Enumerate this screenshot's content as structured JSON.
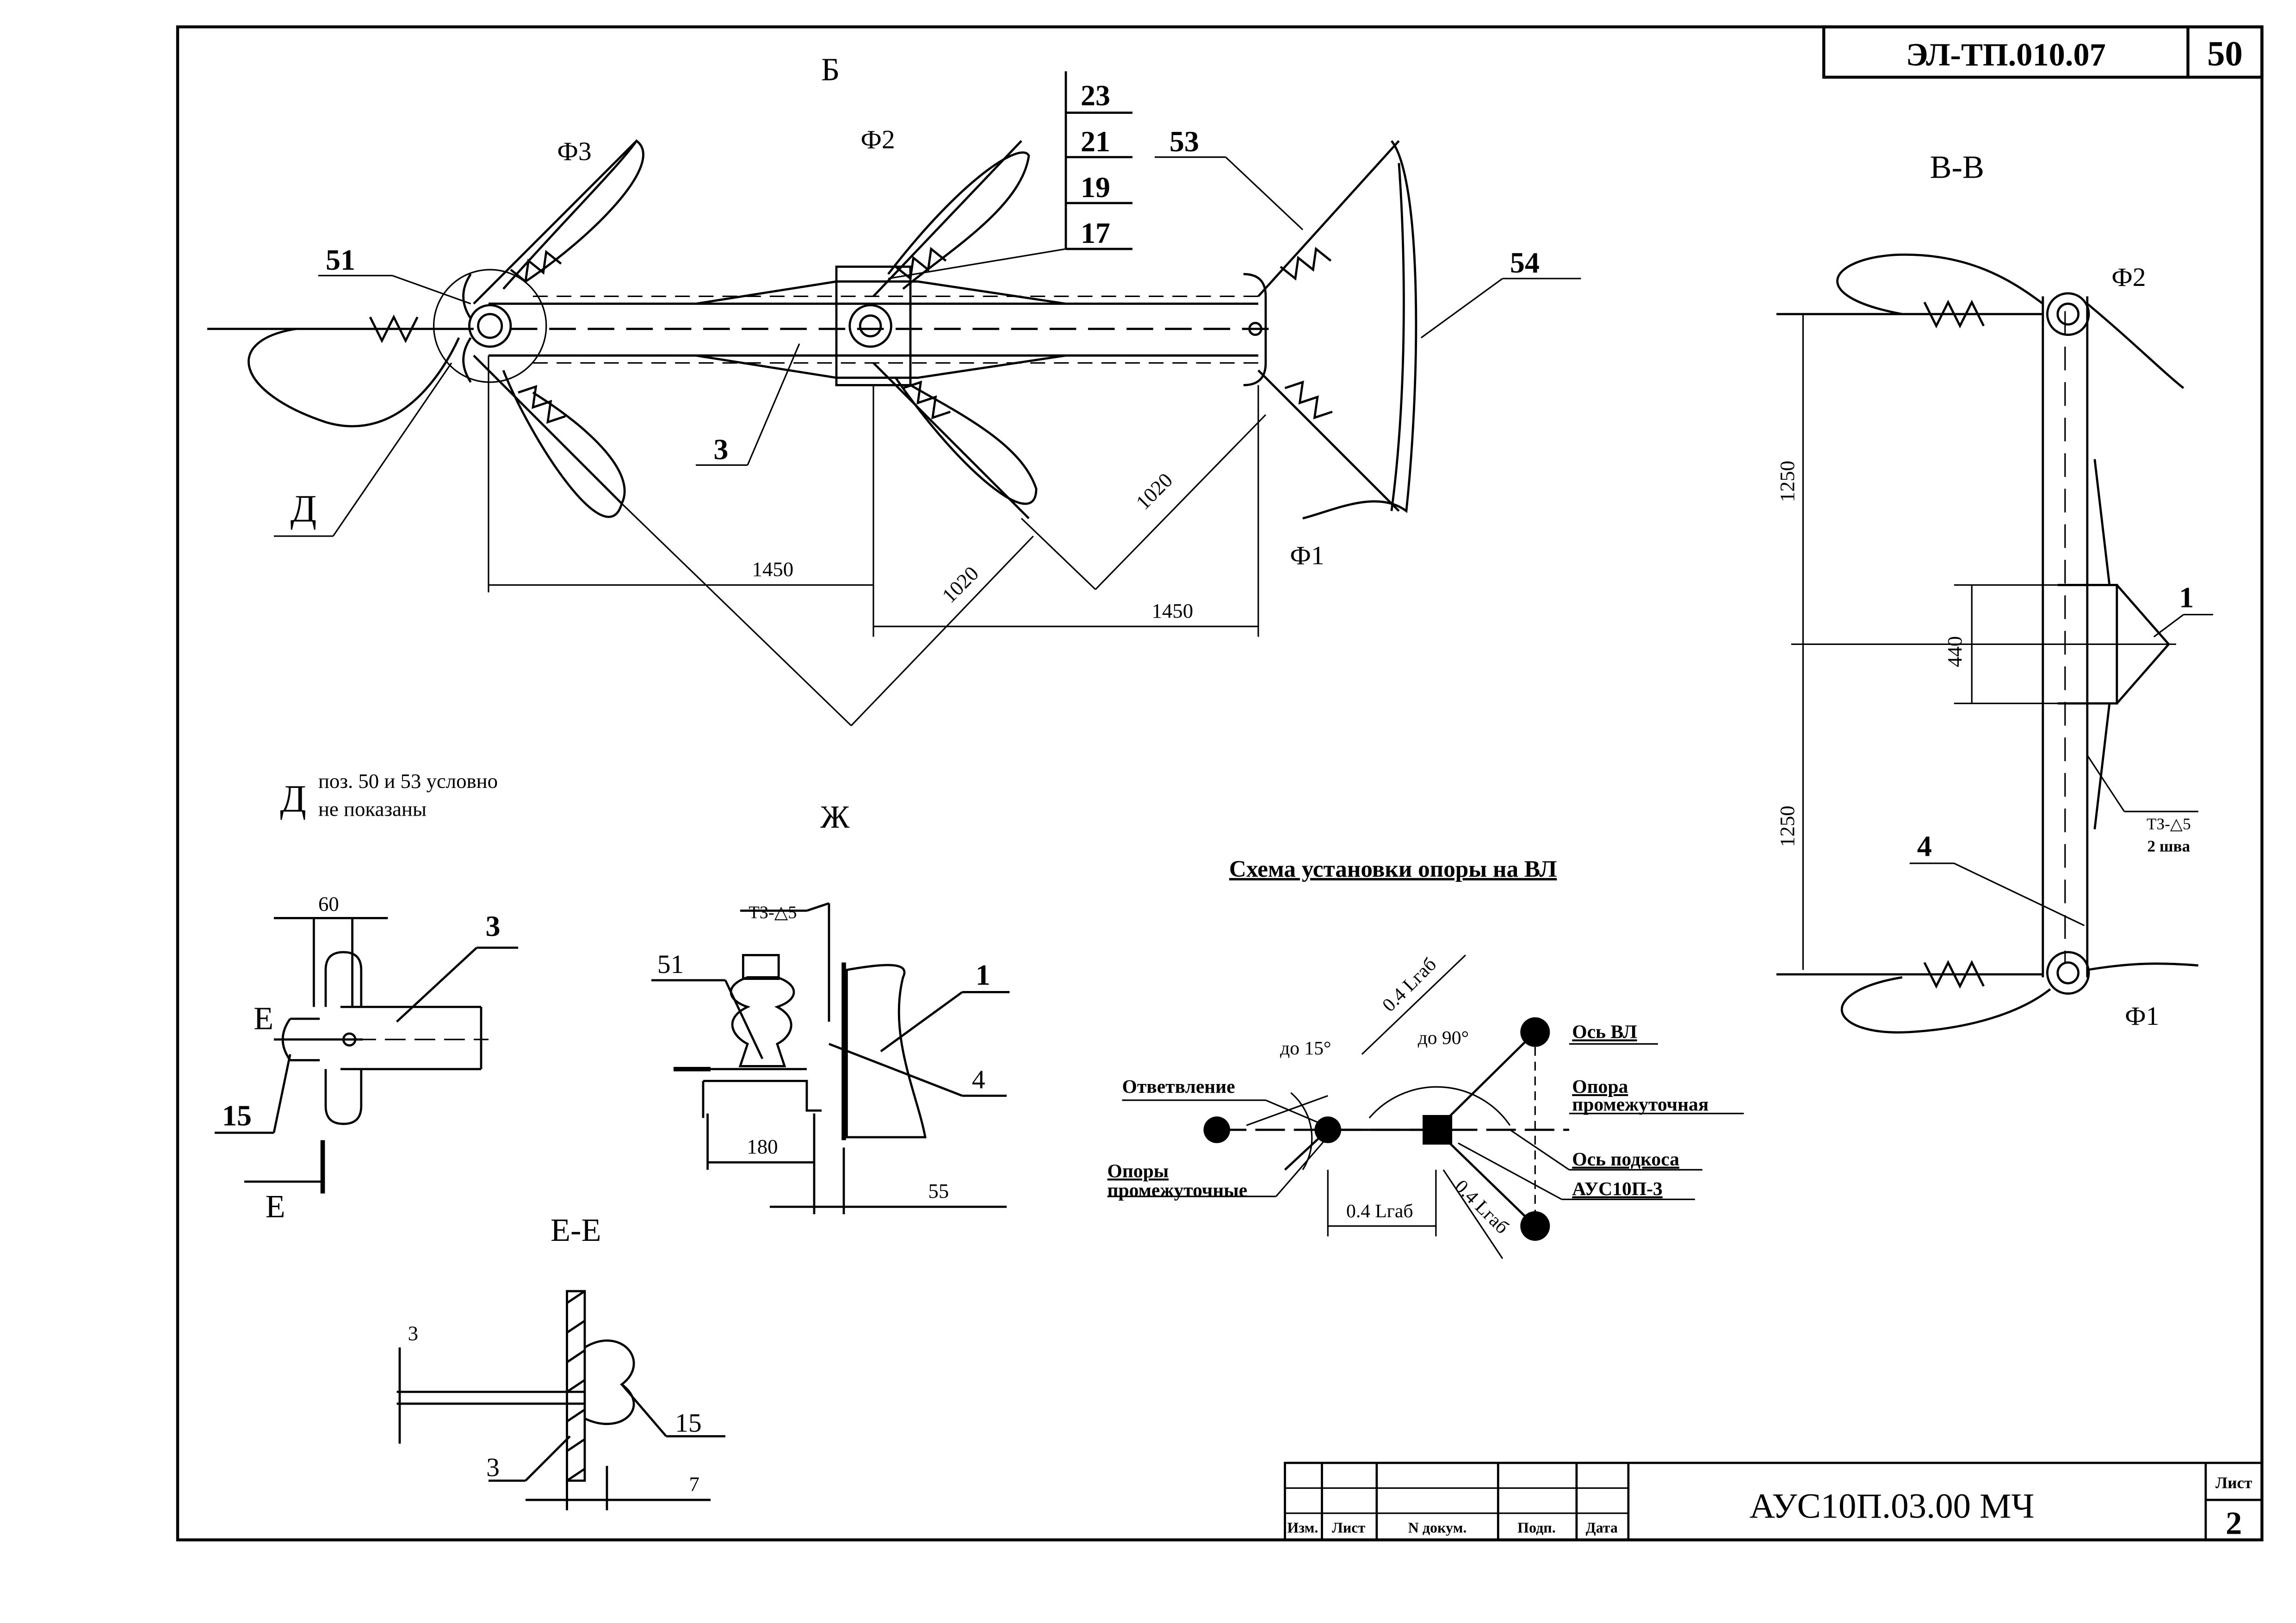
{
  "header": {
    "doc_code": "ЭЛ-ТП.010.07",
    "sheet_no": "50"
  },
  "top_view": {
    "title": "Б",
    "phases": {
      "f1": "Ф1",
      "f2": "Ф2",
      "f3": "Ф3"
    },
    "stack_labels": [
      "23",
      "21",
      "19",
      "17"
    ],
    "callouts": {
      "p51": "51",
      "p53": "53",
      "p54": "54",
      "p3": "3",
      "view_d": "Д"
    },
    "dims": {
      "d1450a": "1450",
      "d1450b": "1450",
      "d1020a": "1020",
      "d1020b": "1020"
    }
  },
  "section_vv": {
    "title": "В-В",
    "phases": {
      "f2": "Ф2",
      "f1": "Ф1"
    },
    "dims": {
      "d1250a": "1250",
      "d440": "440",
      "d1250b": "1250"
    },
    "callouts": {
      "p1": "1",
      "p4": "4"
    },
    "weld": "ТЗ-△5",
    "weld_note": "2 шва"
  },
  "note_d": {
    "letter": "Д",
    "line1": "поз. 50 и 53 условно",
    "line2": "не показаны"
  },
  "view_d_detail": {
    "dim60": "60",
    "p3": "3",
    "p15": "15",
    "cut_top": "Е",
    "cut_bottom": "Е"
  },
  "view_zh": {
    "title": "Ж",
    "weld": "ТЗ-△5",
    "p51": "51",
    "p1": "1",
    "p4": "4",
    "dim180": "180",
    "dim55": "55"
  },
  "section_ee": {
    "title": "Е-Е",
    "dim3": "3",
    "p15": "15",
    "p3": "3",
    "dim7": "7"
  },
  "scheme": {
    "title": "Схема установки опоры на ВЛ",
    "labels": {
      "branch": "Ответвление",
      "angle15": "до 15°",
      "angle90": "до 90°",
      "span_top": "0.4 Lгаб",
      "span_mid": "0.4 Lгаб",
      "span_bot": "0.4 Lгаб",
      "intermediate_supports_1": "Опоры",
      "intermediate_supports_2": "промежуточные",
      "axis_vl": "Ось ВЛ",
      "intermediate_support_1": "Опора",
      "intermediate_support_2": "промежуточная",
      "strut_axis": "Ось подкоса",
      "model": "АУС10П-3"
    }
  },
  "title_block": {
    "columns": [
      "Изм.",
      "Лист",
      "N докум.",
      "Подп.",
      "Дата"
    ],
    "designation": "АУС10П.03.00 МЧ",
    "sheet_label": "Лист",
    "sheet": "2"
  }
}
